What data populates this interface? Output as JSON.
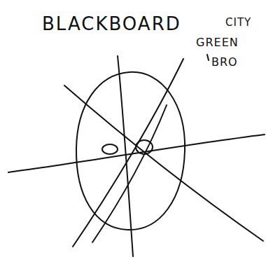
{
  "diagram": {
    "title": "BLACKBOARD",
    "labels": [
      "CITY",
      "GREEN",
      "BRO"
    ]
  }
}
